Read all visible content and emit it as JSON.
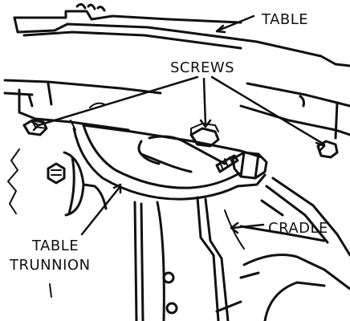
{
  "labels": {
    "table": "TABLE",
    "screws": "SCREWS",
    "cradle": "CRADLE",
    "table_trunnion_line1": "TABLE",
    "table_trunnion_line2": "TRUNNION"
  },
  "colors": {
    "ink": "#111111",
    "paper": "#ffffff"
  }
}
